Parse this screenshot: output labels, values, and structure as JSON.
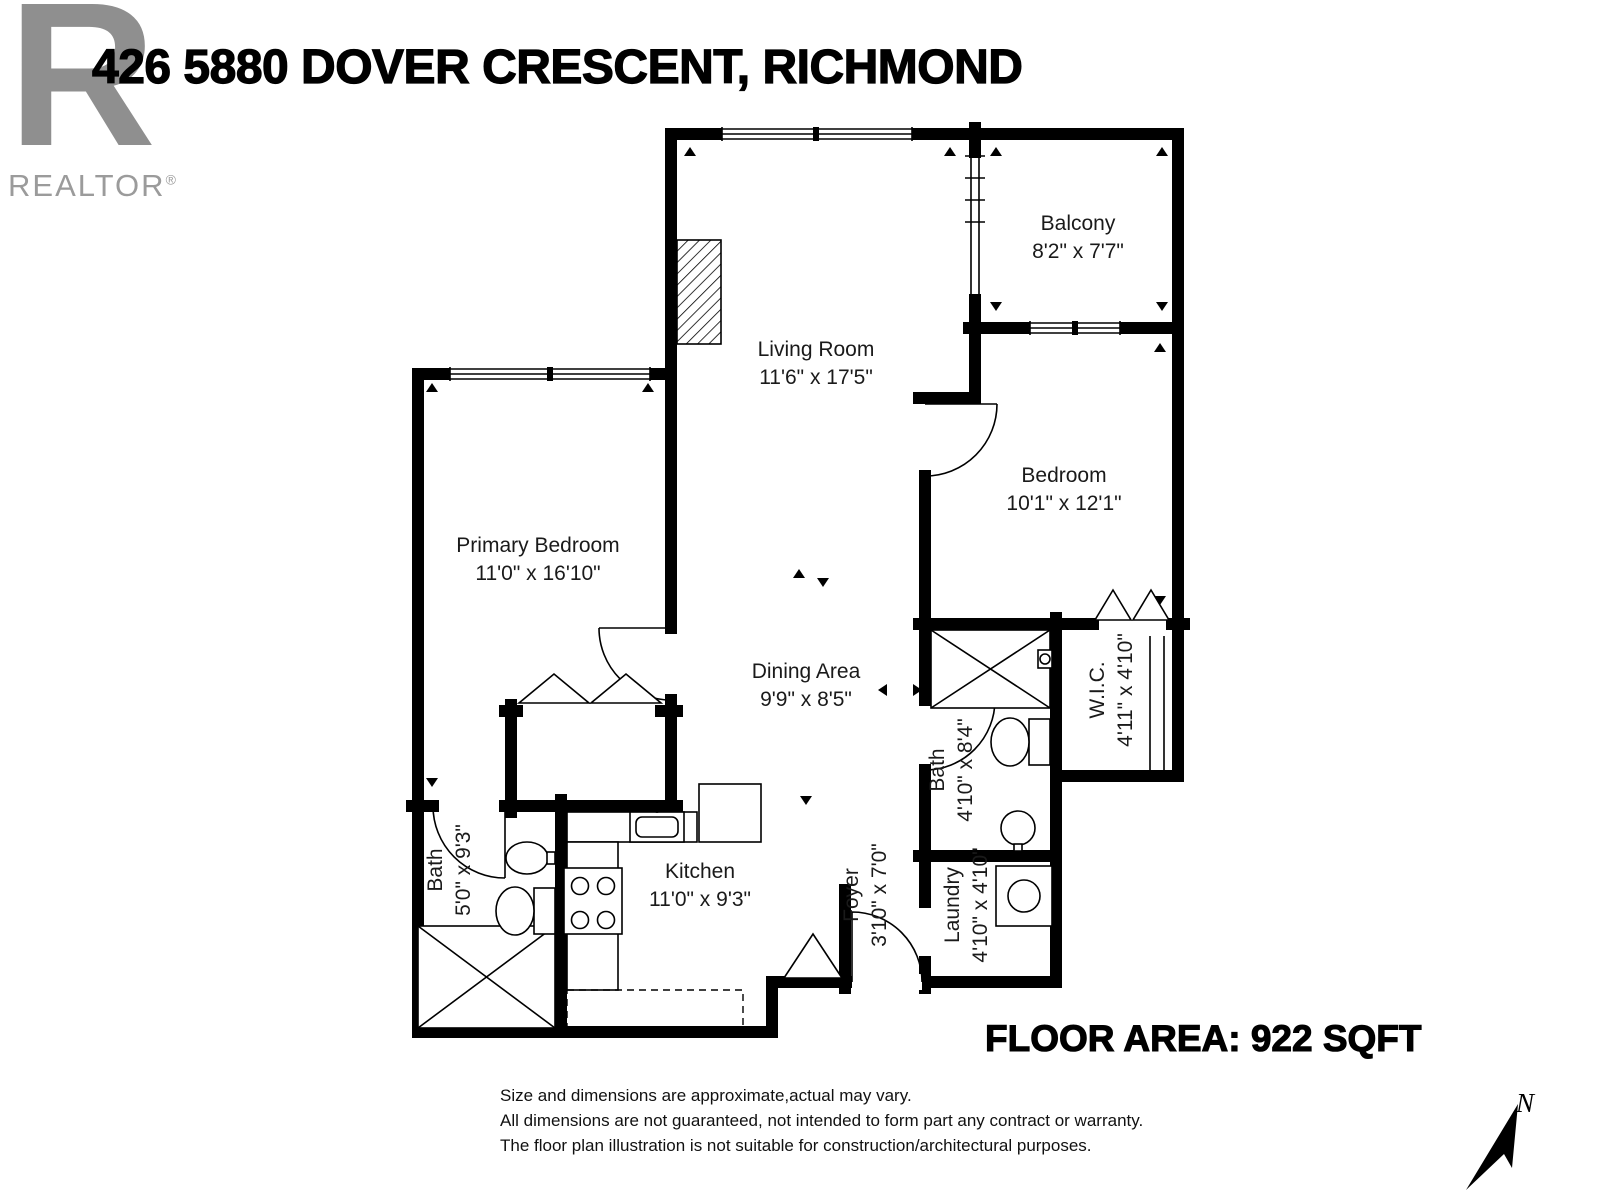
{
  "header": {
    "title": "426 5880 DOVER CRESCENT, RICHMOND",
    "logo_letter": "R",
    "logo_text": "REALTOR",
    "logo_reg": "®"
  },
  "rooms": {
    "living_room": {
      "name": "Living Room",
      "dims": "11'6\" x 17'5\""
    },
    "balcony": {
      "name": "Balcony",
      "dims": "8'2\" x 7'7\""
    },
    "bedroom": {
      "name": "Bedroom",
      "dims": "10'1\" x 12'1\""
    },
    "primary_bedroom": {
      "name": "Primary Bedroom",
      "dims": "11'0\" x 16'10\""
    },
    "dining_area": {
      "name": "Dining Area",
      "dims": "9'9\" x 8'5\""
    },
    "kitchen": {
      "name": "Kitchen",
      "dims": "11'0\" x 9'3\""
    },
    "wic": {
      "name": "W.I.C.",
      "dims": "4'11\" x 4'10\""
    },
    "bath_main": {
      "name": "Bath",
      "dims": "5'0\" x 9'3\""
    },
    "bath_second": {
      "name": "Bath",
      "dims": "4'10\" x 8'4\""
    },
    "foyer": {
      "name": "Foyer",
      "dims": "3'10\" x 7'0\""
    },
    "laundry": {
      "name": "Laundry",
      "dims": "4'10\" x 4'10\""
    }
  },
  "footer": {
    "floor_area": "FLOOR AREA: 922 SQFT",
    "disclaimer_1": "Size and dimensions are approximate,actual may vary.",
    "disclaimer_2": "All dimensions are not guaranteed, not intended to form part any contract or warranty.",
    "disclaimer_3": "The floor plan illustration is not suitable for construction/architectural purposes.",
    "compass_label": "N"
  },
  "colors": {
    "wall": "#000000",
    "logo_gray": "#8f8f8f",
    "text": "#1a1a1a"
  }
}
